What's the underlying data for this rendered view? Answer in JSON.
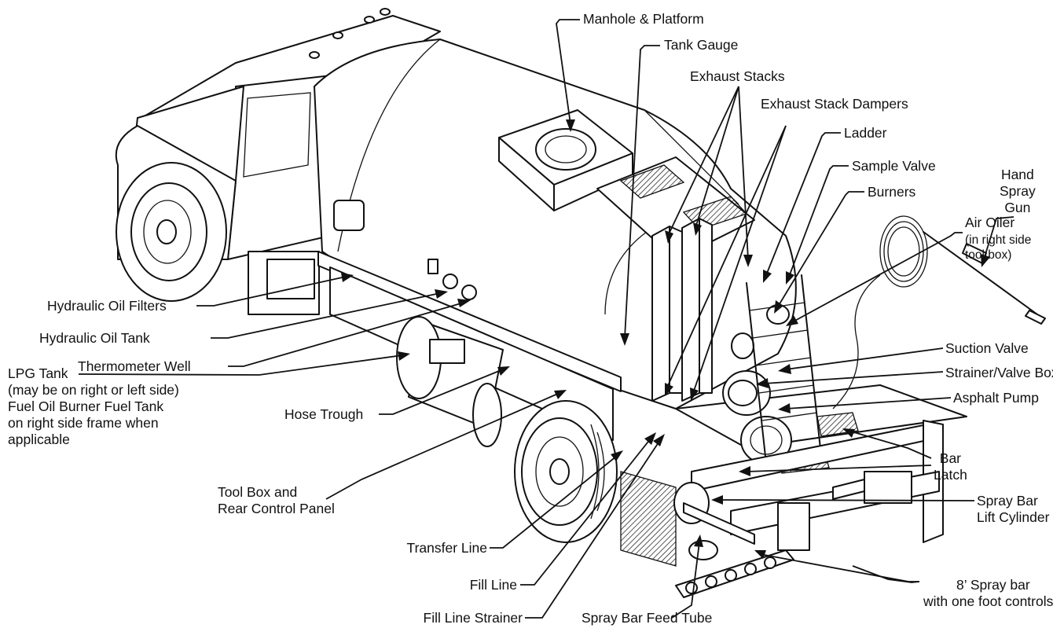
{
  "labels": {
    "manhole": "Manhole & Platform",
    "tank_gauge": "Tank Gauge",
    "exhaust_stacks": "Exhaust Stacks",
    "exhaust_dampers": "Exhaust Stack Dampers",
    "ladder": "Ladder",
    "sample_valve": "Sample Valve",
    "burners": "Burners",
    "hand_spray_gun": [
      "Hand",
      "Spray",
      "Gun"
    ],
    "air_oiler": "Air Oiler",
    "air_oiler_note": [
      "(in right side",
      "tool box)"
    ],
    "suction_valve": "Suction Valve",
    "strainer_valve_box": "Strainer/Valve Box",
    "asphalt_pump": "Asphalt Pump",
    "bar_latch": [
      "Bar",
      "Latch"
    ],
    "spray_bar_lift": [
      "Spray Bar",
      "Lift Cylinder"
    ],
    "spray_bar_8": [
      "8’ Spray bar",
      "with one foot controls"
    ],
    "spray_bar_feed": "Spray Bar Feed Tube",
    "fill_line_strainer": "Fill Line Strainer",
    "fill_line": "Fill Line",
    "transfer_line": "Transfer Line",
    "tool_box": [
      "Tool Box and",
      "Rear Control Panel"
    ],
    "hose_trough": "Hose Trough",
    "lpg_tank": [
      "LPG Tank",
      "(may be on right or left side)",
      "Fuel Oil Burner Fuel Tank",
      "on right side frame when",
      "applicable"
    ],
    "thermometer_well": "Thermometer Well",
    "hydraulic_oil_tank": "Hydraulic Oil Tank",
    "hydraulic_oil_filters": "Hydraulic Oil Filters"
  }
}
